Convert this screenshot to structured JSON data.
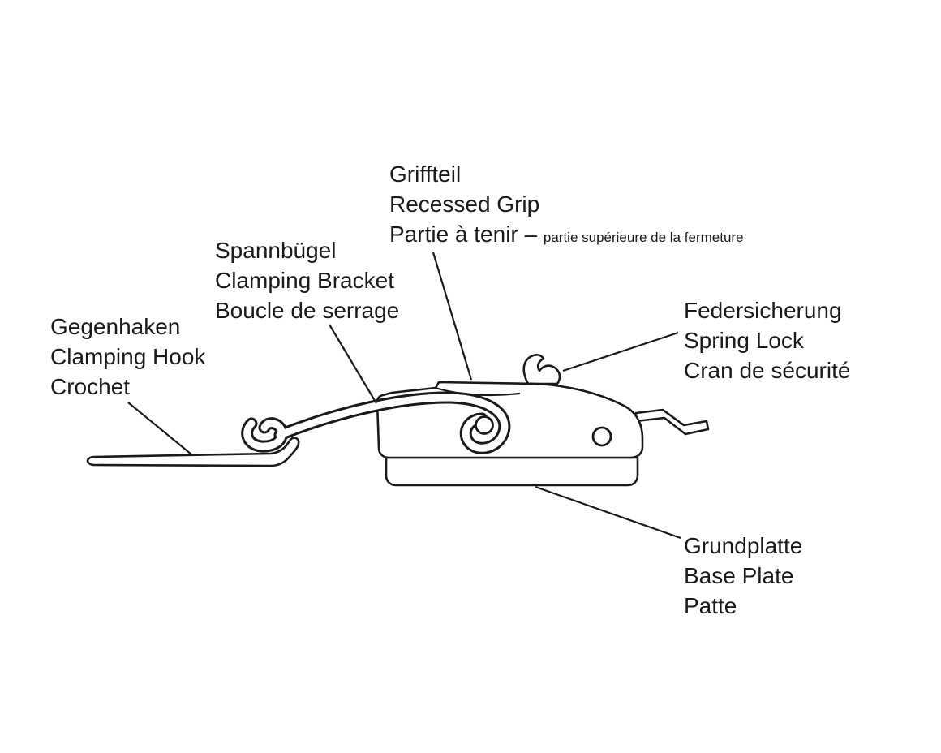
{
  "colors": {
    "ink": "#1a1a1a",
    "background": "#ffffff"
  },
  "labels": {
    "grip": {
      "lines": [
        "Griffteil",
        "Recessed Grip"
      ],
      "fr_main": "Partie à tenir – ",
      "fr_small": "partie supérieure de la fermeture"
    },
    "bracket": {
      "lines": [
        "Spannbügel",
        "Clamping Bracket",
        "Boucle de serrage"
      ]
    },
    "hook": {
      "lines": [
        "Gegenhaken",
        "Clamping Hook",
        "Crochet"
      ]
    },
    "spring": {
      "lines": [
        "Federsicherung",
        "Spring Lock",
        "Cran de sécurité"
      ]
    },
    "base": {
      "lines": [
        "Grundplatte",
        "Base Plate",
        "Patte"
      ]
    }
  }
}
